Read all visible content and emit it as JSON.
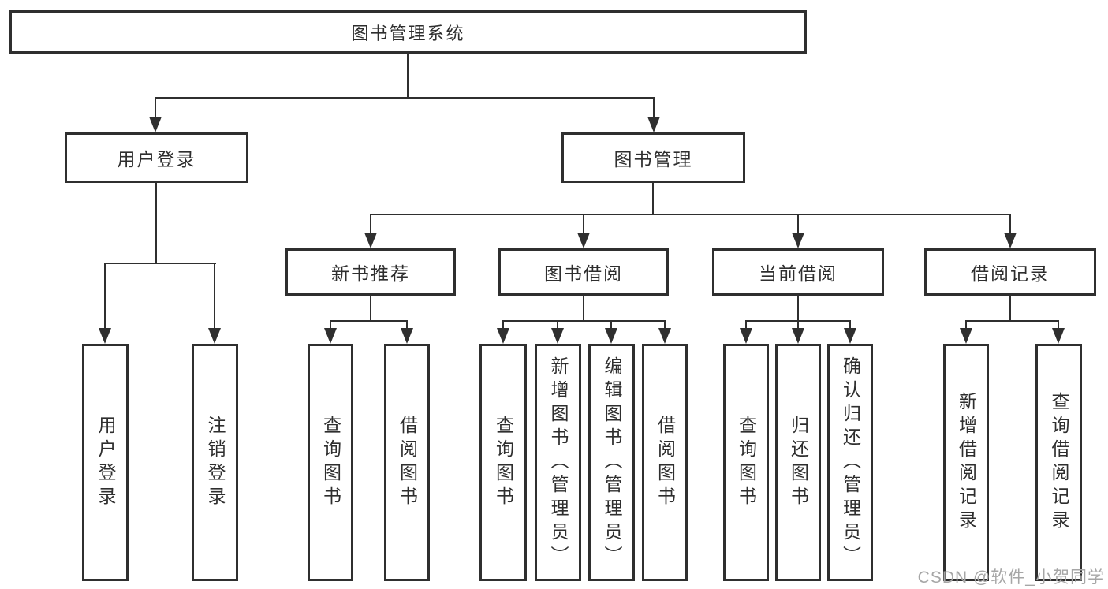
{
  "tree": {
    "root": {
      "label": "图书管理系统"
    },
    "user": {
      "label": "用户登录",
      "children": [
        {
          "label": "用户登录"
        },
        {
          "label": "注销登录"
        }
      ]
    },
    "book": {
      "label": "图书管理",
      "sections": [
        {
          "label": "新书推荐",
          "children": [
            {
              "label": "查询图书"
            },
            {
              "label": "借阅图书"
            }
          ]
        },
        {
          "label": "图书借阅",
          "children": [
            {
              "label": "查询图书"
            },
            {
              "label": "新增图书（管理员）"
            },
            {
              "label": "编辑图书（管理员）"
            },
            {
              "label": "借阅图书"
            }
          ]
        },
        {
          "label": "当前借阅",
          "children": [
            {
              "label": "查询图书"
            },
            {
              "label": "归还图书"
            },
            {
              "label": "确认归还（管理员）"
            }
          ]
        },
        {
          "label": "借阅记录",
          "children": [
            {
              "label": "新增借阅记录"
            },
            {
              "label": "查询借阅记录"
            }
          ]
        }
      ]
    }
  },
  "watermark": {
    "text": "CSDN @软件_小贺同学",
    "color": "#a6a6a6"
  },
  "colors": {
    "line": "#2f2f2f",
    "text": "#2e2e2e",
    "background": "#ffffff"
  }
}
